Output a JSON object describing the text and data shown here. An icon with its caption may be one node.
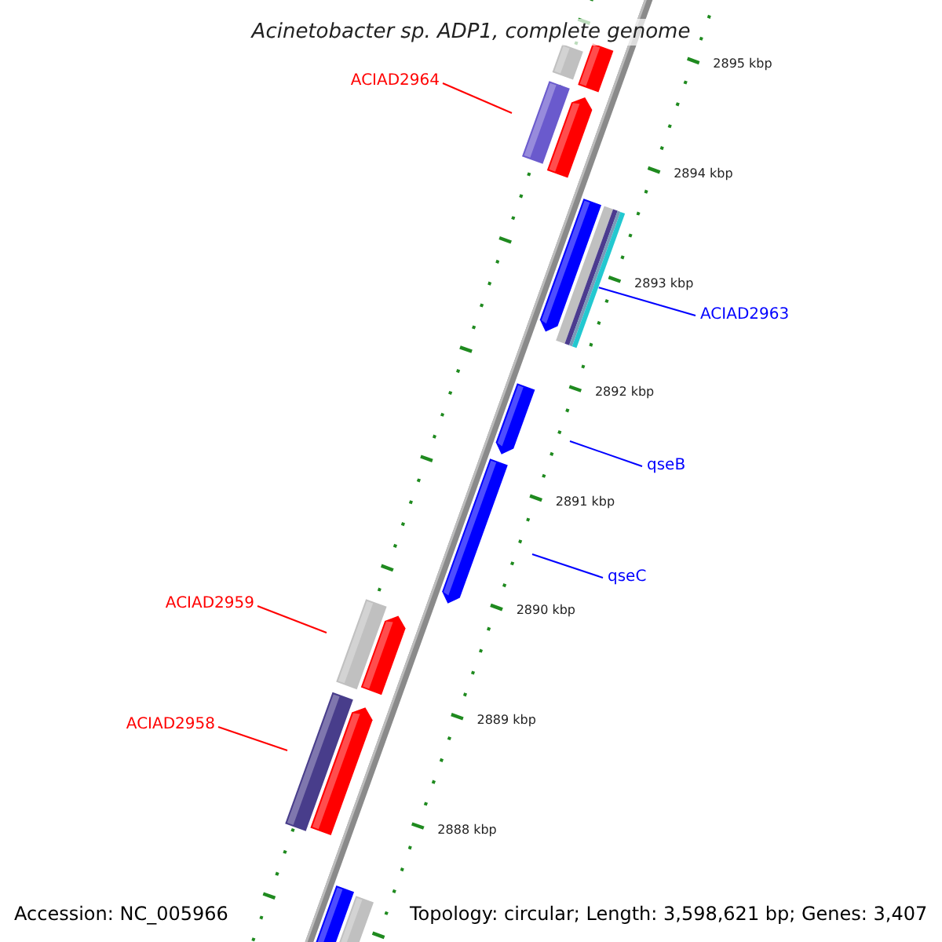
{
  "diagram": {
    "title": "Acinetobacter sp. ADP1, complete genome",
    "nodes": [
      {
        "text": [
          "ACIAD2964"
        ]
      },
      {
        "text": [
          "ACIAD2963"
        ]
      },
      {
        "text": [
          "qseB"
        ]
      },
      {
        "text": [
          "qseC"
        ]
      },
      {
        "text": [
          "ACIAD2959"
        ]
      },
      {
        "text": [
          "ACIAD2958"
        ]
      },
      {
        "text": [],
        "shape": "bar"
      },
      {
        "text": [],
        "shape": "bar"
      },
      {
        "text": [],
        "shape": "bar"
      },
      {
        "text": [],
        "shape": "bar"
      },
      {
        "text": [],
        "shape": "bar"
      },
      {
        "text": [],
        "shape": "bar"
      },
      {
        "text": [],
        "shape": "bar"
      },
      {
        "text": [],
        "shape": "bar"
      },
      {
        "text": [],
        "shape": "bar"
      },
      {
        "text": [],
        "shape": "bar"
      },
      {
        "text": [],
        "shape": "bar"
      },
      {
        "text": [],
        "shape": "bar"
      },
      {
        "text": [],
        "shape": "bar"
      },
      {
        "text": [],
        "shape": "bar"
      }
    ],
    "edges": [
      {
        "from": 0,
        "to": null,
        "arrow": "none",
        "color": "#ff0000"
      },
      {
        "from": 1,
        "to": 11,
        "arrow": "none",
        "color": "#0000ff"
      },
      {
        "from": 2,
        "to": null,
        "arrow": "none",
        "color": "#0000ff"
      },
      {
        "from": 3,
        "to": null,
        "arrow": "none",
        "color": "#0000ff"
      },
      {
        "from": 4,
        "to": null,
        "arrow": "none",
        "color": "#ff0000"
      },
      {
        "from": 5,
        "to": null,
        "arrow": "none",
        "color": "#ff0000"
      }
    ],
    "labels": [
      "2895 kbp",
      "2894 kbp",
      "2893 kbp",
      "2892 kbp",
      "2891 kbp",
      "2890 kbp",
      "2889 kbp",
      "2888 kbp",
      "Accession: NC_005966",
      "Topology: circular; Length: 3,598,621 bp; Genes: 3,407"
    ]
  }
}
